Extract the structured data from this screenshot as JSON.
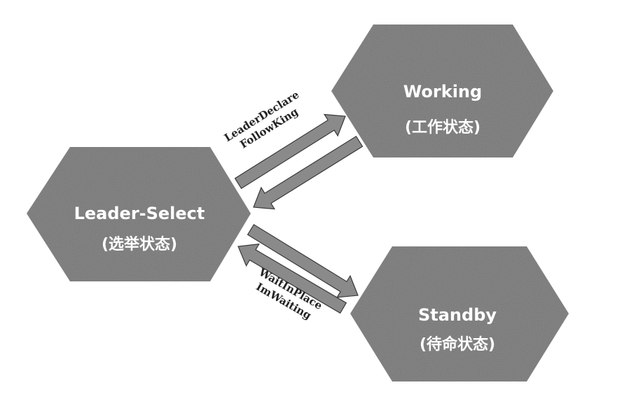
{
  "states": {
    "working": {
      "name": "Working",
      "desc": "(工作状态)"
    },
    "leader_select": {
      "name": "Leader-Select",
      "desc": "(选举状态)"
    },
    "standby": {
      "name": "Standby",
      "desc": "(待命状态)"
    }
  },
  "transitions": {
    "to_working": {
      "line1": "LeaderDeclare",
      "line2": "FollowKing"
    },
    "to_standby": {
      "line1": "WaitInPlace",
      "line2": "ImWaiting"
    }
  },
  "colors": {
    "hexagon_fill": "#787878",
    "arrow_fill": "#8a8a8a",
    "arrow_stroke": "#3a3a3a",
    "background": "#ffffff"
  }
}
